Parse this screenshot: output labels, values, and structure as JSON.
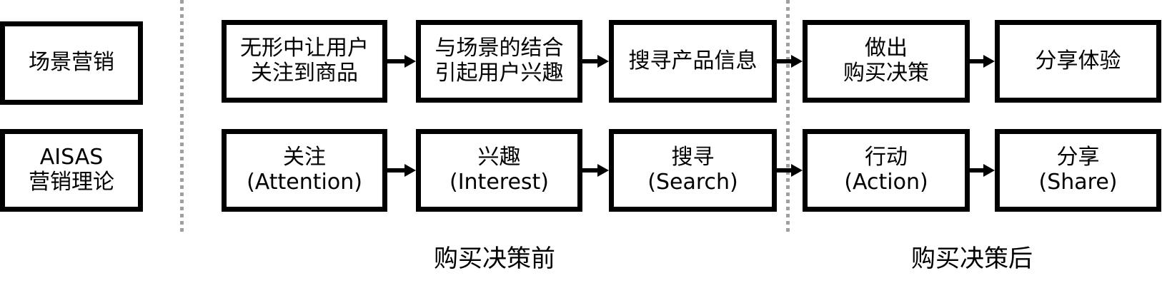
{
  "left_column": {
    "scenario_box": {
      "line1": "场景营销"
    },
    "aisas_box": {
      "line1": "AISAS",
      "line2": "营销理论"
    }
  },
  "top_row": [
    {
      "line1": "无形中让用户",
      "line2": "关注到商品"
    },
    {
      "line1": "与场景的结合",
      "line2": "引起用户兴趣"
    },
    {
      "line1": "搜寻产品信息"
    },
    {
      "line1": "做出",
      "line2": "购买决策"
    },
    {
      "line1": "分享体验"
    }
  ],
  "bottom_row": [
    {
      "line1": "关注",
      "line2": "(Attention)"
    },
    {
      "line1": "兴趣",
      "line2": "(Interest)"
    },
    {
      "line1": "搜寻",
      "line2": "(Search)"
    },
    {
      "line1": "行动",
      "line2": "(Action)"
    },
    {
      "line1": "分享",
      "line2": "(Share)"
    }
  ],
  "labels": {
    "pre_purchase": "购买决策前",
    "post_purchase": "购买决策后"
  },
  "colors": {
    "box_border": "#000000",
    "text": "#000000",
    "divider_dots": "#a0a0a0",
    "background": "#ffffff"
  }
}
